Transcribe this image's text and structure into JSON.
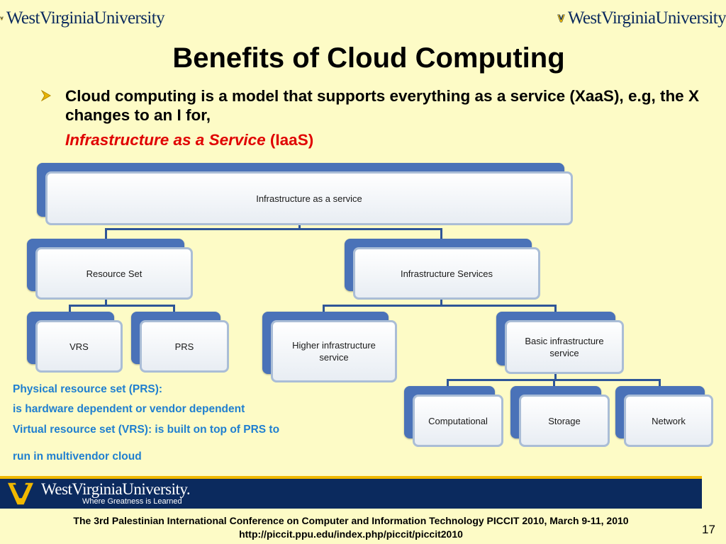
{
  "header": {
    "logo_left_text": "WestVirginiaUniversity",
    "logo_right_text": "WestVirginiaUniversity"
  },
  "slide": {
    "title": "Benefits of Cloud Computing",
    "bullet": {
      "text": "Cloud computing is a model that supports everything as a service (XaaS), e.g, the X changes to an I for,",
      "highlight_italic": "Infrastructure as a Service",
      "highlight_abbr": "(IaaS)"
    }
  },
  "diagram": {
    "root": "Infrastructure as a service",
    "resource_set": "Resource Set",
    "infrastructure_services": "Infrastructure Services",
    "vrs": "VRS",
    "prs": "PRS",
    "higher": "Higher  infrastructure service",
    "basic": "Basic infrastructure service",
    "computational": "Computational",
    "storage": "Storage",
    "network": "Network"
  },
  "notes": {
    "line1": "Physical resource set (PRS):",
    "line2": "is hardware dependent or vendor dependent",
    "line3": "Virtual resource set (VRS): is built on top of PRS to",
    "line4": "run in multivendor cloud"
  },
  "footer": {
    "logo_text": "WestVirginiaUniversity.",
    "tagline": "Where Greatness is Learned",
    "conference": "The 3rd Palestinian International Conference on Computer and Information Technology PICCIT 2010, March 9-11, 2010",
    "url": "http://piccit.ppu.edu/index.php/piccit/piccit2010",
    "page_number": "17"
  },
  "colors": {
    "background": "#fdfbc6",
    "box_blue": "#4a72b8",
    "note_blue": "#1f7fd0",
    "accent_red": "#e00000",
    "wvu_navy": "#0b2a5e",
    "wvu_gold": "#f0b800"
  }
}
